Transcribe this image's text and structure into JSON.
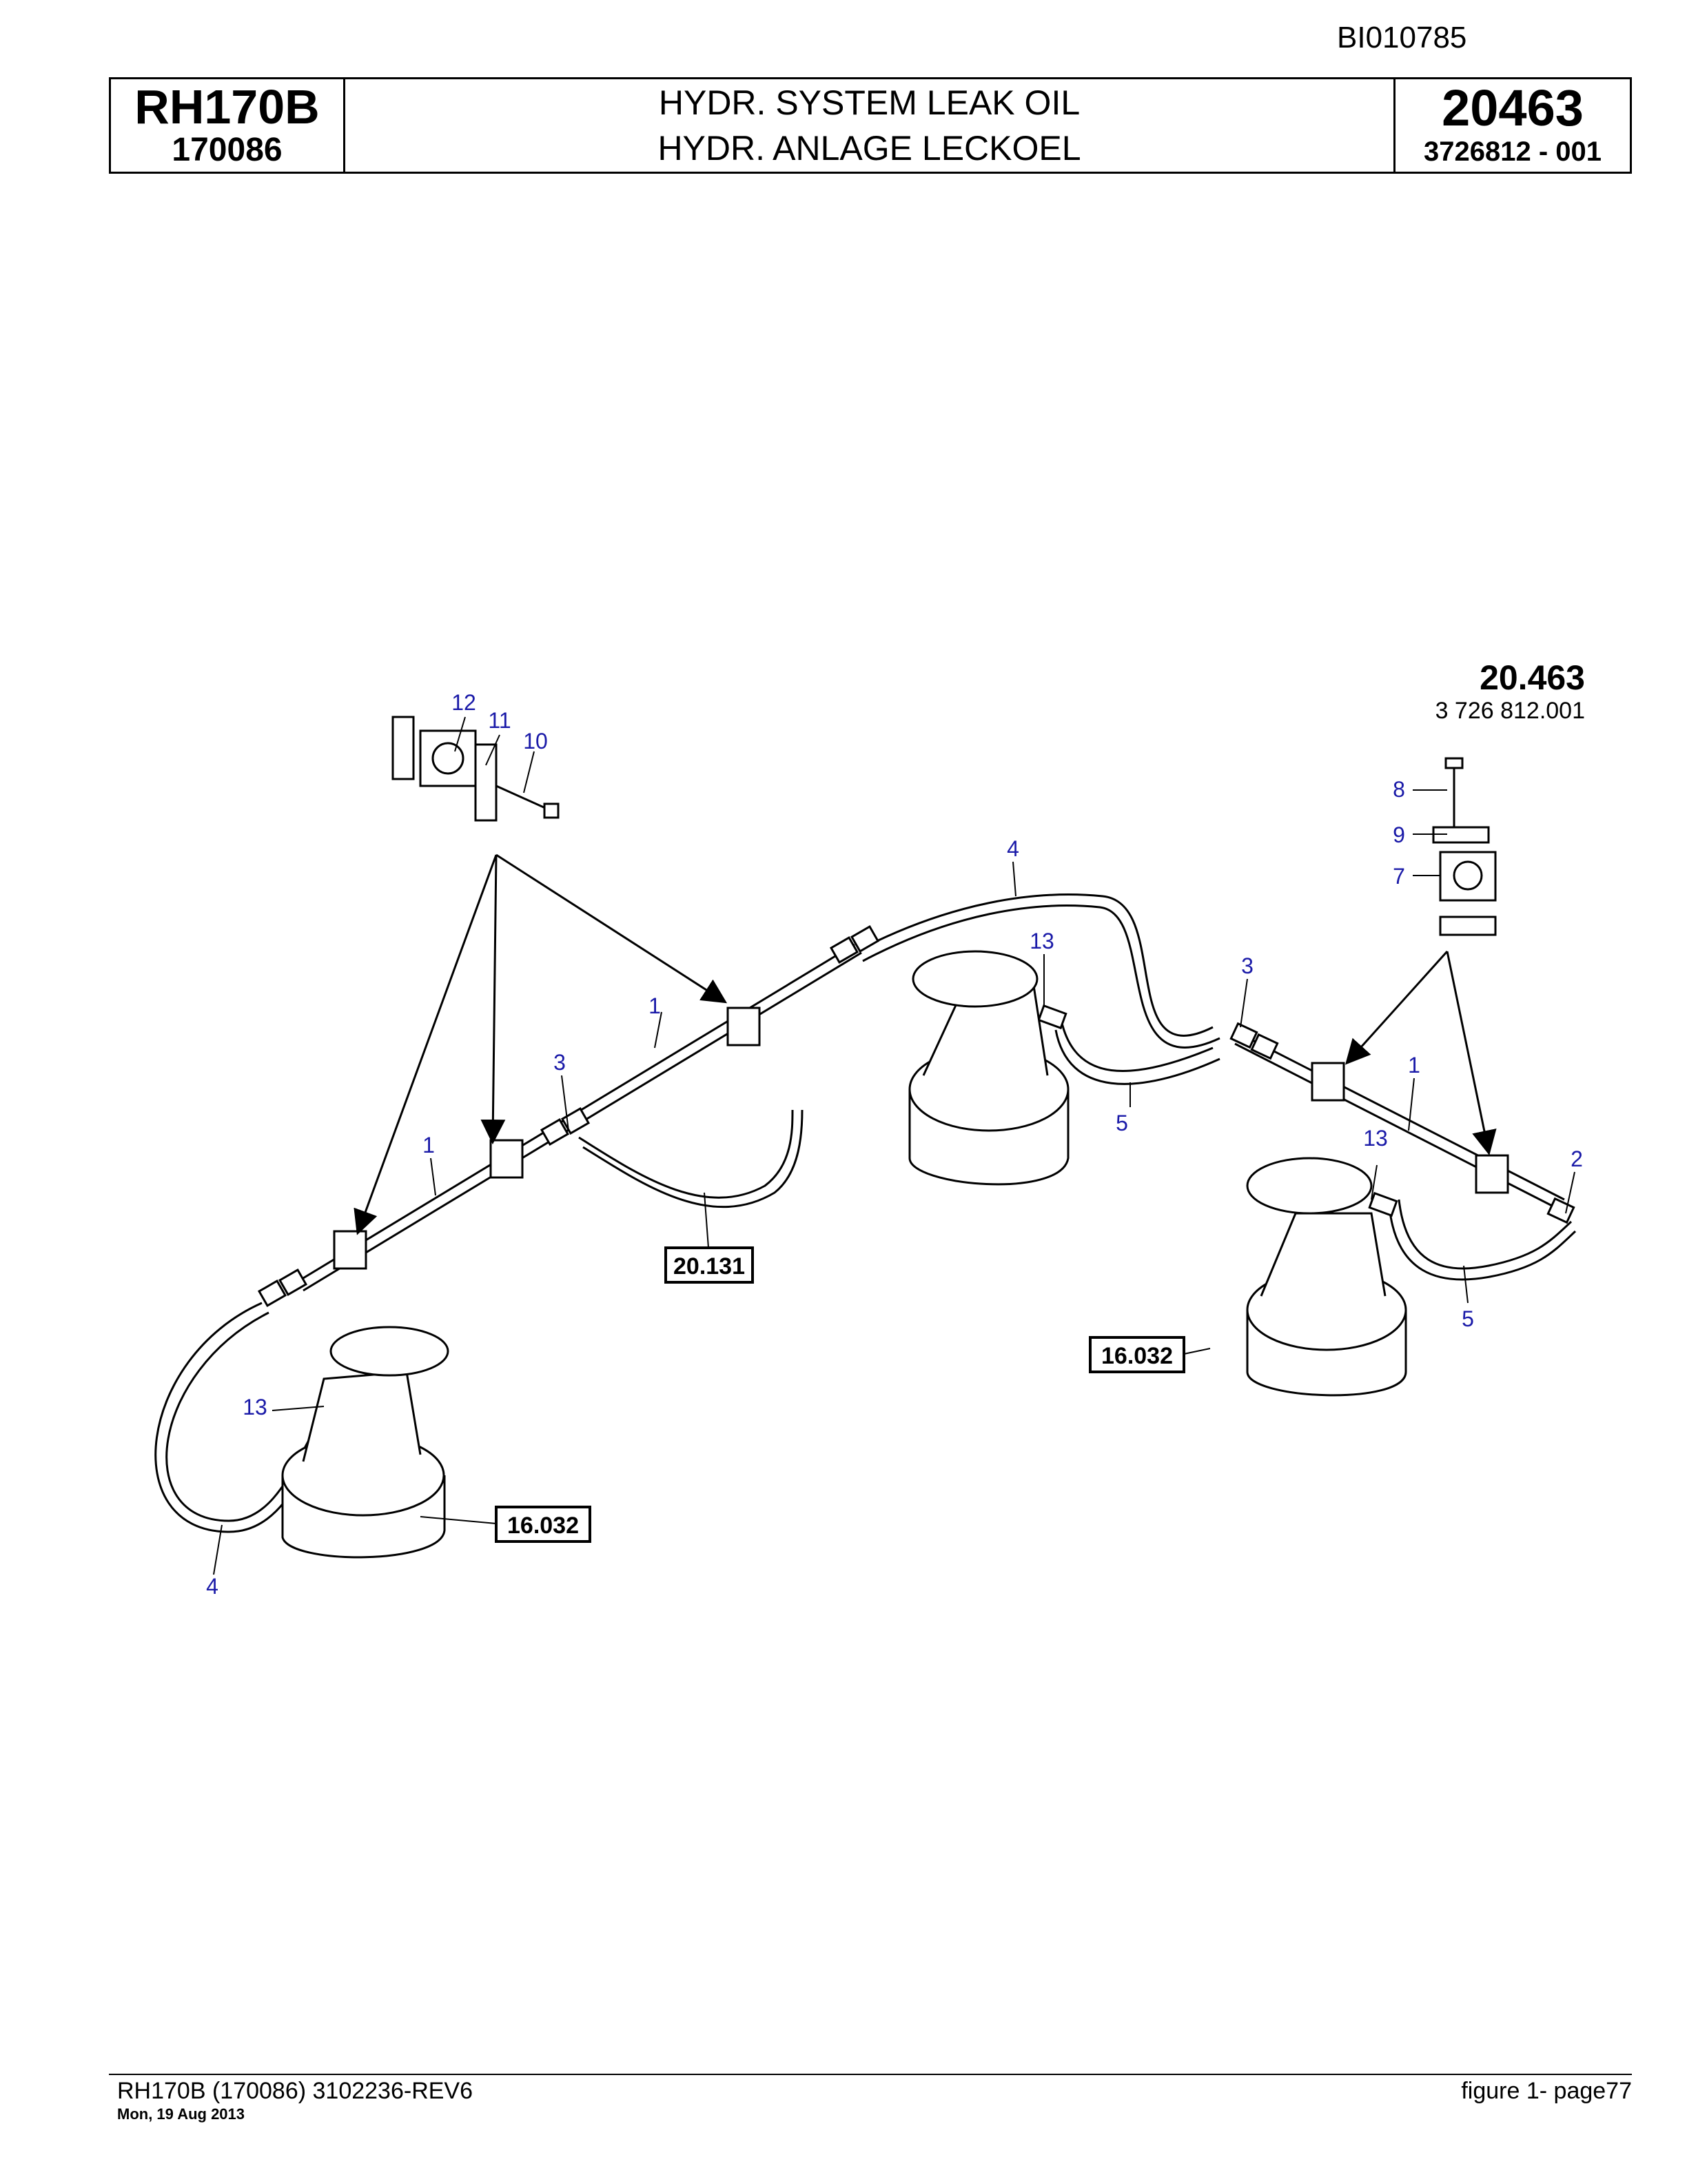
{
  "doc_id": "BI010785",
  "header": {
    "model": "RH170B",
    "serial": "170086",
    "title_en": "HYDR. SYSTEM LEAK OIL",
    "title_de": "HYDR. ANLAGE LECKOEL",
    "group": "20463",
    "part_no": "3726812 - 001"
  },
  "figure": {
    "number": "20.463",
    "part_ref": "3 726 812.001",
    "refs": [
      "20.131",
      "16.032",
      "16.032"
    ],
    "callouts": {
      "c12": "12",
      "c11": "11",
      "c10": "10",
      "c8": "8",
      "c9": "9",
      "c7": "7",
      "c4a": "4",
      "c13a": "13",
      "c3a": "3",
      "c1a": "1",
      "c3b": "3",
      "c5a": "5",
      "c1b": "1",
      "c1c": "1",
      "c13b": "13",
      "c2": "2",
      "c5b": "5",
      "c13c": "13",
      "c4b": "4"
    }
  },
  "footer": {
    "left": "RH170B (170086) 3102236-REV6",
    "date": "Mon, 19 Aug 2013",
    "right": "figure  1- page77"
  }
}
